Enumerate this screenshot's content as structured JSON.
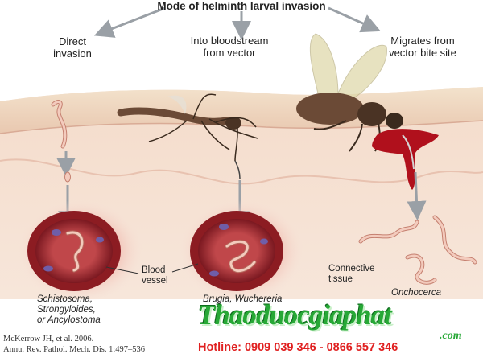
{
  "title": "Mode of helminth larval invasion",
  "categories": {
    "direct": [
      "Direct",
      "invasion"
    ],
    "bloodstream": [
      "Into bloodstream",
      "from vector"
    ],
    "migrates": [
      "Migrates from",
      "vector bite site"
    ]
  },
  "labels": {
    "blood_vessel": [
      "Blood",
      "vessel"
    ],
    "connective_tissue": [
      "Connective",
      "tissue"
    ],
    "species_direct": [
      "Schistosoma,",
      "Strongyloides,",
      "or Ancylostoma"
    ],
    "species_blood": "Brugia, Wuchereria",
    "species_tissue": "Onchocerca"
  },
  "citation": [
    "McKerrow JH, et al. 2006.",
    "Annu. Rev. Pathol. Mech. Dis. 1:497–536"
  ],
  "watermark": {
    "logo": "Thaoduocgiaphat",
    "domain": ".com",
    "hotline": "Hotline: 0909 039 346 - 0866 557 346"
  },
  "colors": {
    "skin_top": "#f0ddc4",
    "tissue": "#f5e0cf",
    "vessel_wall": "#8c1c22",
    "vessel_lumen": "#b83a3e",
    "blood": "#b0101c",
    "worm": "#f3cbbd",
    "watermark_green": "#27a836",
    "hotline_red": "#e02020"
  }
}
